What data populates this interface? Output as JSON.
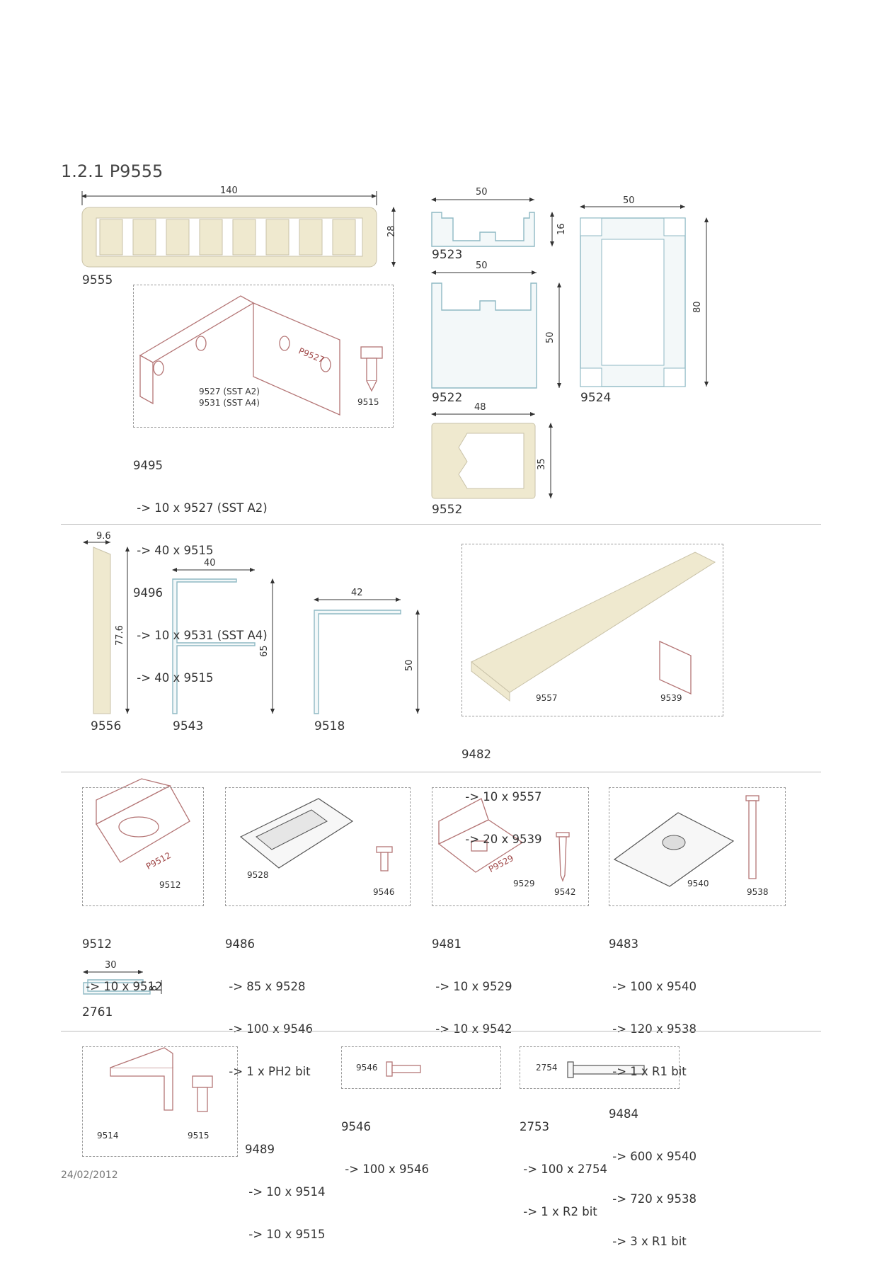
{
  "page": {
    "title": "1.2.1 P9555",
    "date": "24/02/2012"
  },
  "section1": {
    "p9555": {
      "code": "9555",
      "dim_w": "140",
      "dim_h": "28"
    },
    "p9523": {
      "code": "9523",
      "dim_w": "50",
      "dim_h": "16"
    },
    "p9522": {
      "code": "9522",
      "dim_w": "50",
      "dim_h": "50"
    },
    "p9524": {
      "code": "9524",
      "dim_w": "50",
      "dim_h": "80"
    },
    "p9552": {
      "code": "9552",
      "dim_w": "48",
      "dim_h": "35"
    },
    "kit_box": {
      "label_a": "9527 (SST A2)",
      "label_b": "9531 (SST A4)",
      "screw": "9515",
      "stamp": "P9527"
    },
    "kit_list": [
      "9495",
      " -> 10 x 9527 (SST A2)",
      " -> 40 x 9515",
      "9496",
      " -> 10 x 9531 (SST A4)",
      " -> 40 x 9515"
    ]
  },
  "section2": {
    "p9556": {
      "code": "9556",
      "dim_w": "9.6",
      "dim_h": "77.6"
    },
    "p9543": {
      "code": "9543",
      "dim_w": "40",
      "dim_h": "65"
    },
    "p9518": {
      "code": "9518",
      "dim_w": "42",
      "dim_h": "50"
    },
    "kit_box": {
      "part_a": "9557",
      "part_b": "9539"
    },
    "kit_list": [
      "9482",
      " -> 10 x 9557",
      " -> 20 x 9539"
    ]
  },
  "section3": {
    "box1": {
      "part": "9512",
      "stamp": "P9512",
      "list": [
        "9512",
        " -> 10 x 9512"
      ]
    },
    "box2": {
      "part_a": "9528",
      "part_b": "9546",
      "list": [
        "9486",
        " -> 85 x 9528",
        " -> 100 x 9546",
        " -> 1 x PH2 bit"
      ]
    },
    "box3": {
      "part_a": "9529",
      "part_b": "9542",
      "stamp": "P9529",
      "list": [
        "9481",
        " -> 10 x 9529",
        " -> 10 x 9542"
      ]
    },
    "box4": {
      "part_a": "9540",
      "part_b": "9538",
      "list": [
        "9483",
        " -> 100 x 9540",
        " -> 120 x 9538",
        " -> 1 x R1 bit",
        "9484",
        " -> 600 x 9540",
        " -> 720 x 9538",
        " -> 3 x R1 bit"
      ]
    },
    "p2761": {
      "code": "2761",
      "dim_w": "30",
      "dim_h": "8"
    }
  },
  "section4": {
    "box1": {
      "part_a": "9514",
      "part_b": "9515",
      "list": [
        "9489",
        " -> 10 x 9514",
        " -> 10 x 9515"
      ]
    },
    "box2": {
      "part": "9546",
      "list": [
        "9546",
        " -> 100 x 9546"
      ]
    },
    "box3": {
      "part": "2754",
      "list": [
        "2753",
        " -> 100 x 2754",
        " -> 1 x R2 bit"
      ]
    }
  }
}
